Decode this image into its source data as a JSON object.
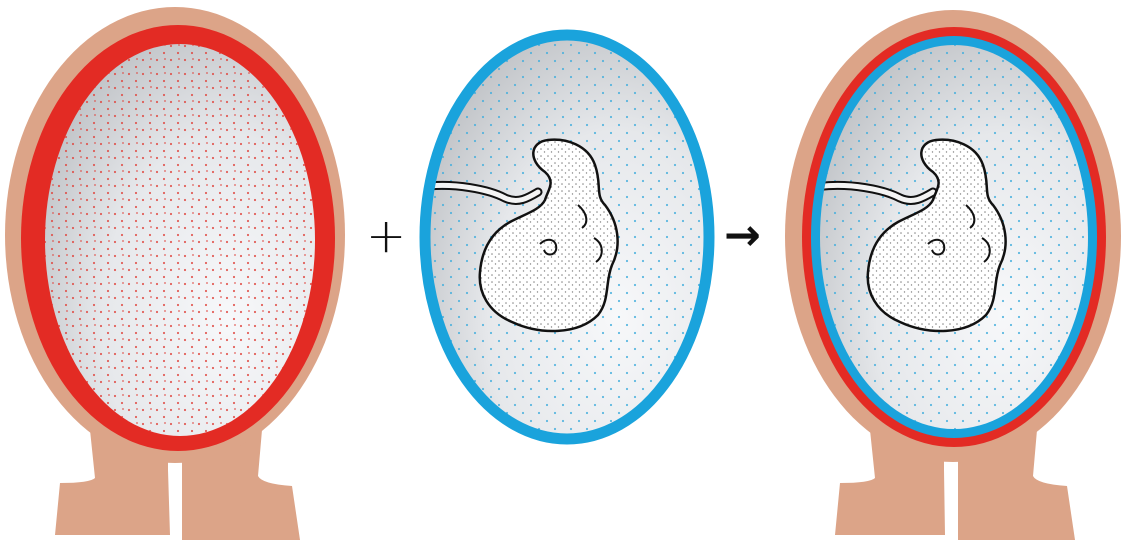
{
  "operators": {
    "plus": "+",
    "arrow": "→"
  },
  "colors": {
    "uterus_wall": "#dca488",
    "uterus_lining": "#e32b24",
    "amnion": "#1aa3dc",
    "cavity": "#eef0f3",
    "cavity_shade": "#b9bcc0",
    "stipple_red": "#e0463f",
    "stipple_blue": "#42aedd",
    "embryo_outline": "#111111"
  },
  "panels": [
    {
      "name": "uterus-empty"
    },
    {
      "name": "amnion-with-embryo"
    },
    {
      "name": "uterus-with-amnion-and-embryo"
    }
  ]
}
